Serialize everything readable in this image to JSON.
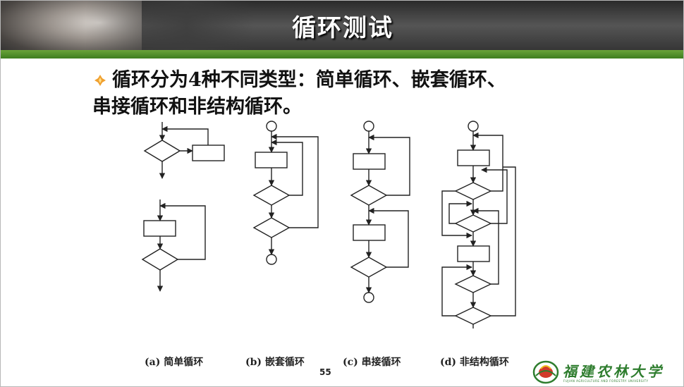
{
  "slide": {
    "title": "循环测试",
    "bullet_line1": "循环分为4种不同类型：简单循环、嵌套循环、",
    "bullet_line2": "串接循环和非结构循环。",
    "captions": [
      "(a) 简单循环",
      "(b) 嵌套循环",
      "(c) 串接循环",
      "(d) 非结构循环"
    ],
    "page_number": "55"
  },
  "logo": {
    "name": "福建农林大学",
    "subtitle": "FUJIAN AGRICULTURE AND FORESTRY UNIVERSITY"
  },
  "colors": {
    "header_dark": "#2f2f2f",
    "accent_green": "#3e7d1f",
    "bullet_orange": "#f0a030",
    "logo_green": "#2e7d2e"
  }
}
